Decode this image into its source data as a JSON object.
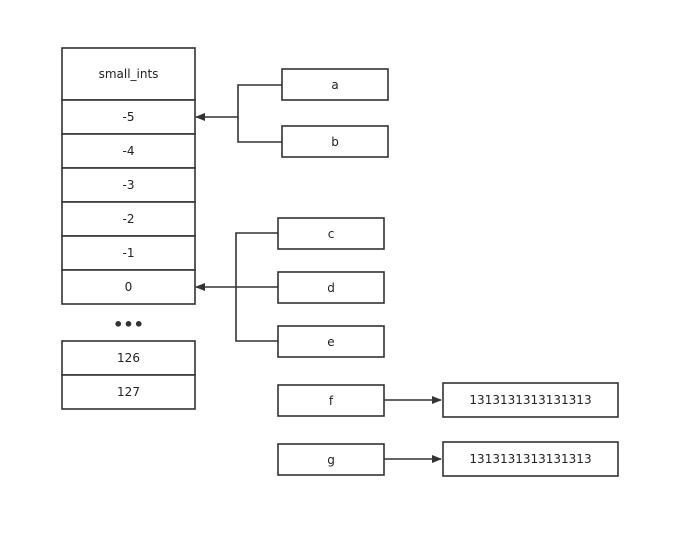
{
  "small_ints": {
    "header": "small_ints",
    "cells": [
      "-5",
      "-4",
      "-3",
      "-2",
      "-1",
      "0"
    ],
    "ellipsis": "•••",
    "tail_cells": [
      "126",
      "127"
    ]
  },
  "variables": {
    "a": "a",
    "b": "b",
    "c": "c",
    "d": "d",
    "e": "e",
    "f": "f",
    "g": "g"
  },
  "objects": {
    "f_value": "1313131313131313",
    "g_value": "1313131313131313"
  },
  "colors": {
    "stroke": "#333333",
    "background": "#ffffff",
    "text": "#222222"
  }
}
